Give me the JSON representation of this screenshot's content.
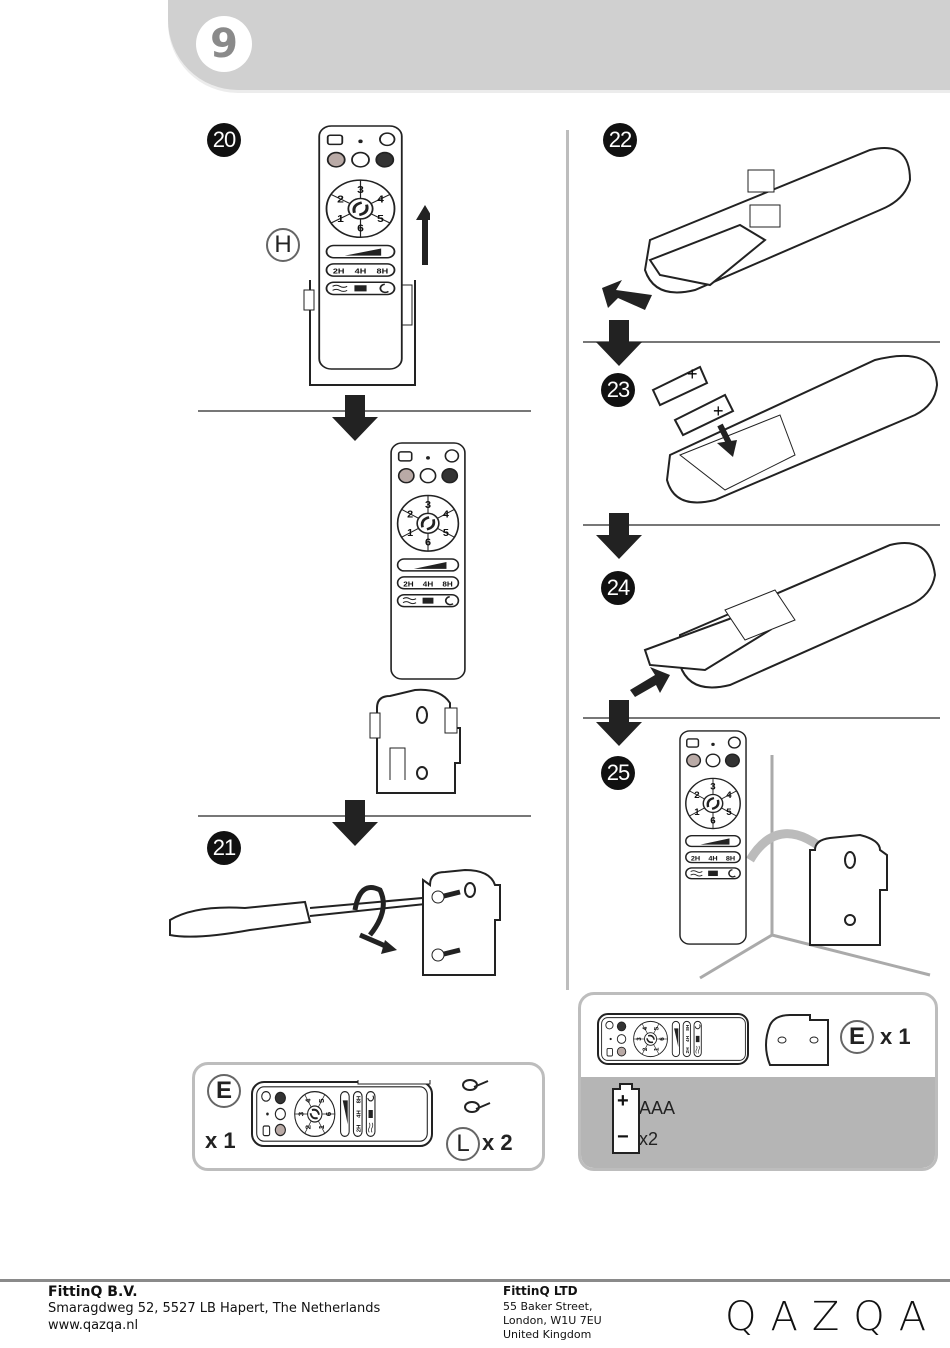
{
  "header": {
    "page_number": "9"
  },
  "steps": [
    {
      "number": "20",
      "label": "H"
    },
    {
      "number": "21"
    },
    {
      "number": "22"
    },
    {
      "number": "23"
    },
    {
      "number": "24"
    },
    {
      "number": "25"
    }
  ],
  "remote": {
    "dial_numbers": [
      "1",
      "2",
      "3",
      "4",
      "5",
      "6"
    ],
    "timer_labels": [
      "2H",
      "4H",
      "8H"
    ]
  },
  "parts_box_left": {
    "remote_part_label": "E",
    "remote_qty": "x 1",
    "screw_label": "L",
    "screw_qty": "x 2"
  },
  "parts_box_right": {
    "holder_label": "E",
    "holder_qty": "x 1",
    "battery_type": "AAA",
    "battery_qty": "x2",
    "battery_plus": "+",
    "battery_minus": "−"
  },
  "footer": {
    "nl_company": "FittinQ B.V.",
    "nl_address": "Smaragdweg 52, 5527 LB Hapert, The Netherlands",
    "nl_website": "www.qazqa.nl",
    "uk_company": "FittinQ LTD",
    "uk_address_lines": [
      "55 Baker Street,",
      "London, W1U 7EU",
      "United Kingdom"
    ],
    "brand_logo": "QAZQA"
  },
  "colors": {
    "header_gray": "#d0d0d0",
    "badge_black": "#111111",
    "panel_gray": "#b5b5b5"
  }
}
